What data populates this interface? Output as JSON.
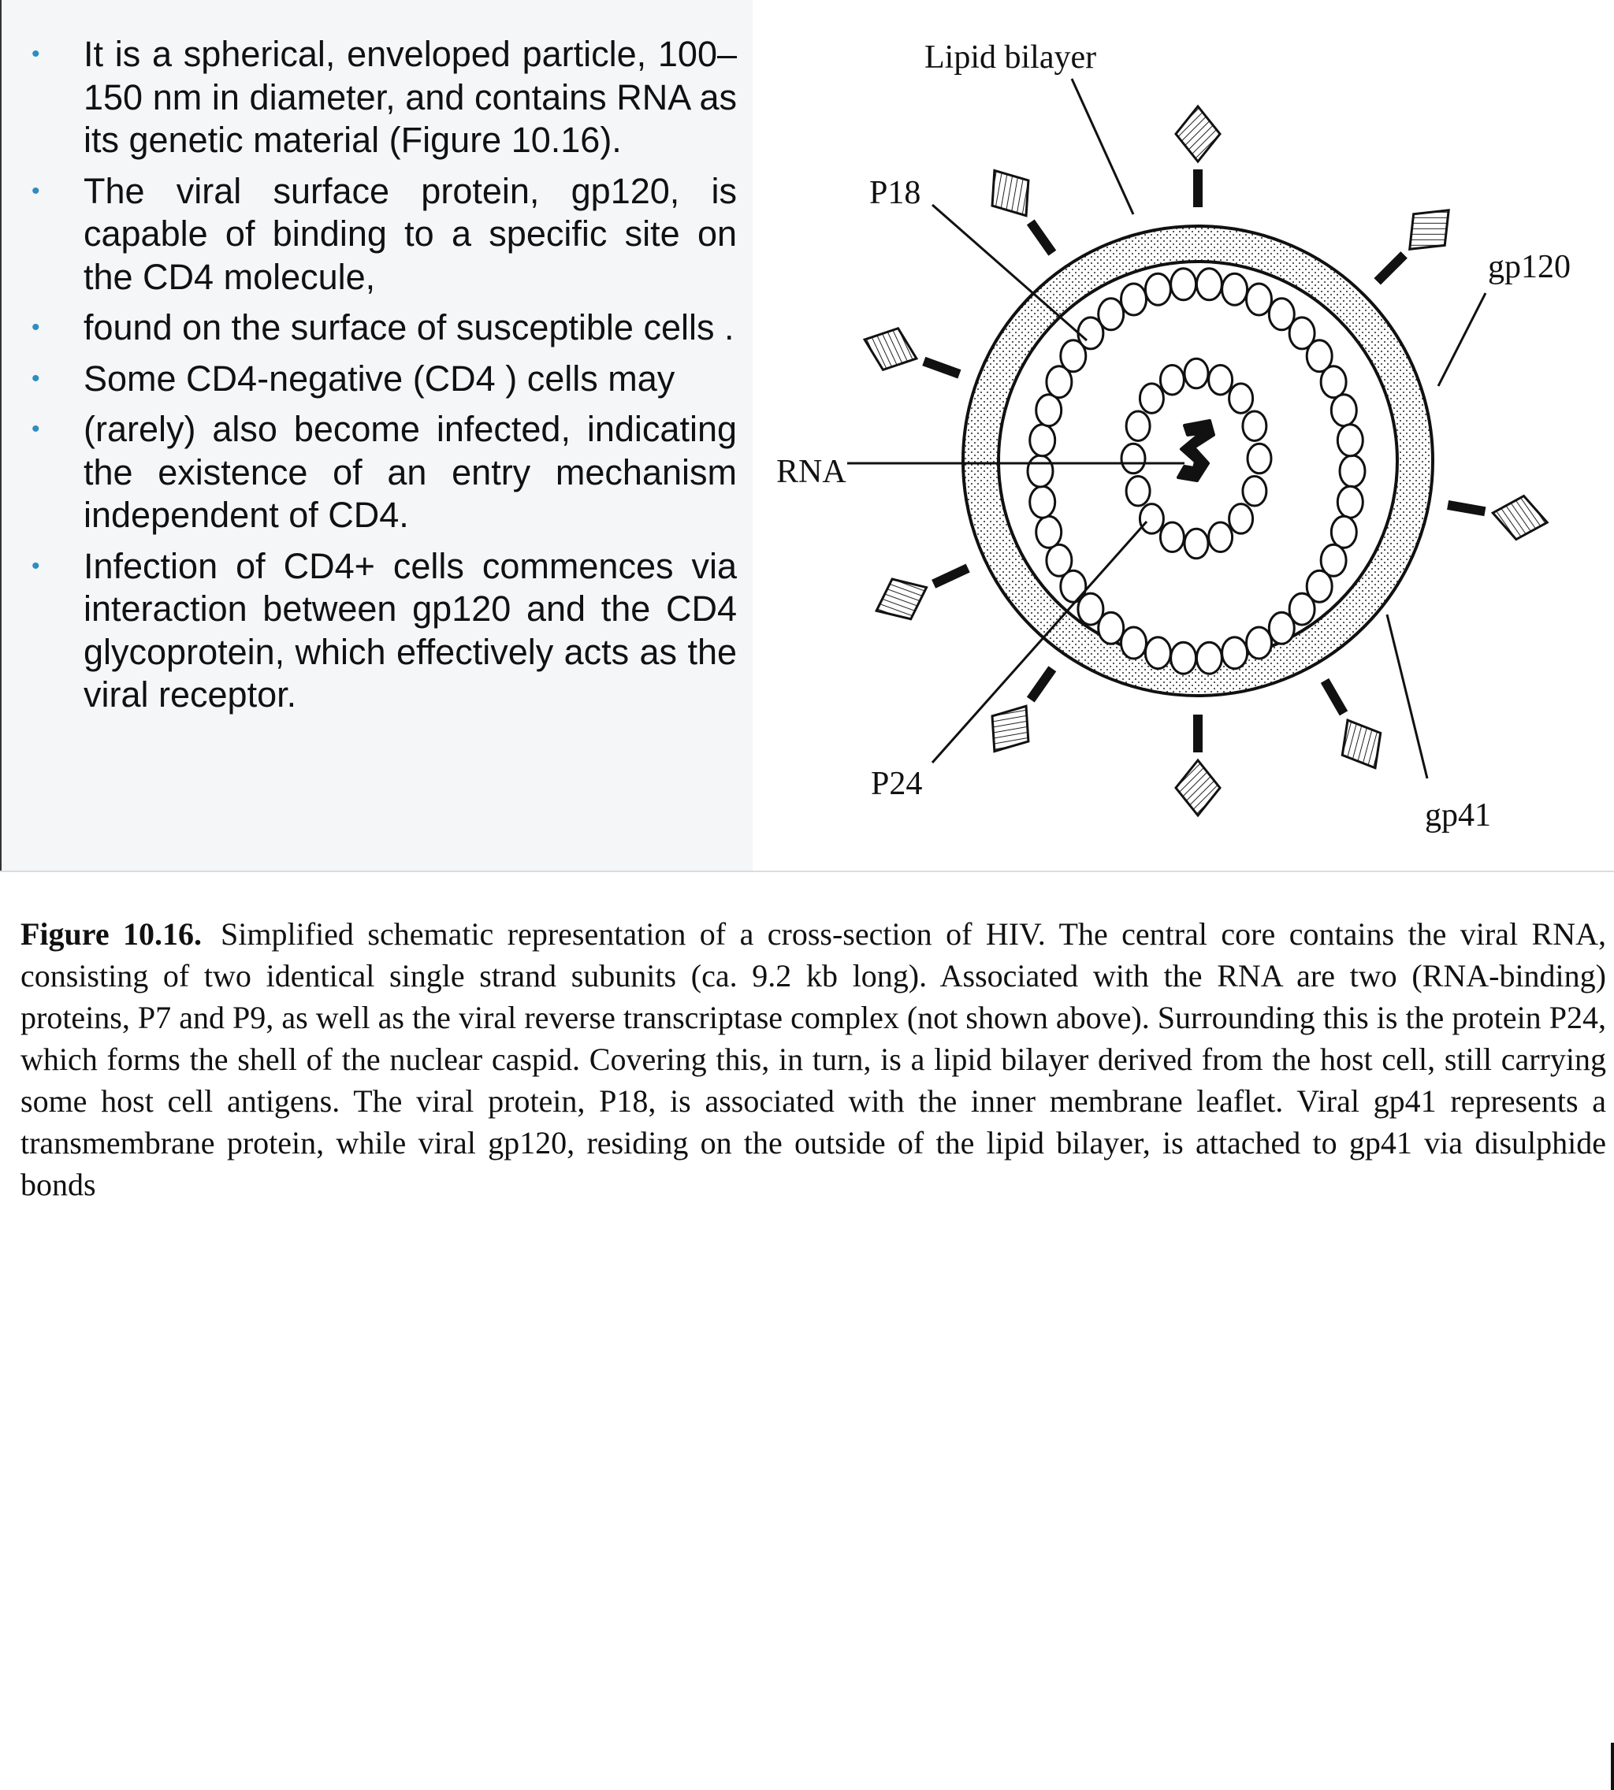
{
  "bullets": [
    "It is a spherical, enveloped particle, 100– 150 nm in diameter, and contains RNA as its genetic material (Figure 10.16).",
    "The viral surface protein, gp120, is capable of binding to a specific site on the CD4 molecule,",
    "found on the surface of susceptible cells .",
    "Some CD4-negative (CD4 ) cells may",
    "(rarely) also become infected, indicating the existence of an entry mechanism independent of CD4.",
    "Infection of CD4+ cells commences via interaction between gp120 and the CD4 glycoprotein, which effectively acts as the viral receptor."
  ],
  "diagram": {
    "labels": {
      "lipid_bilayer": "Lipid bilayer",
      "p18": "P18",
      "gp120": "gp120",
      "rna": "RNA",
      "p24": "P24",
      "gp41": "gp41"
    }
  },
  "caption": {
    "label": "Figure 10.16.",
    "text": "Simplified schematic representation of a cross-section of HIV. The central core contains the viral RNA, consisting of two identical single strand subunits (ca. 9.2 kb long). Associated with the RNA are two (RNA-binding) proteins, P7 and P9, as well as the viral reverse transcriptase complex (not shown above). Surrounding this is the protein P24, which forms the shell of the nuclear caspid. Covering this, in turn, is a lipid bilayer derived from the host cell, still carrying some host cell antigens. The viral protein, P18, is associated with the inner membrane leaflet. Viral gp41 represents a transmembrane protein, while viral gp120, residing on the outside of the lipid bilayer, is attached to gp41 via disulphide bonds"
  },
  "colors": {
    "bullet_accent": "#2f8dbf",
    "text": "#111111",
    "panel_background": "#f4f6f8"
  }
}
